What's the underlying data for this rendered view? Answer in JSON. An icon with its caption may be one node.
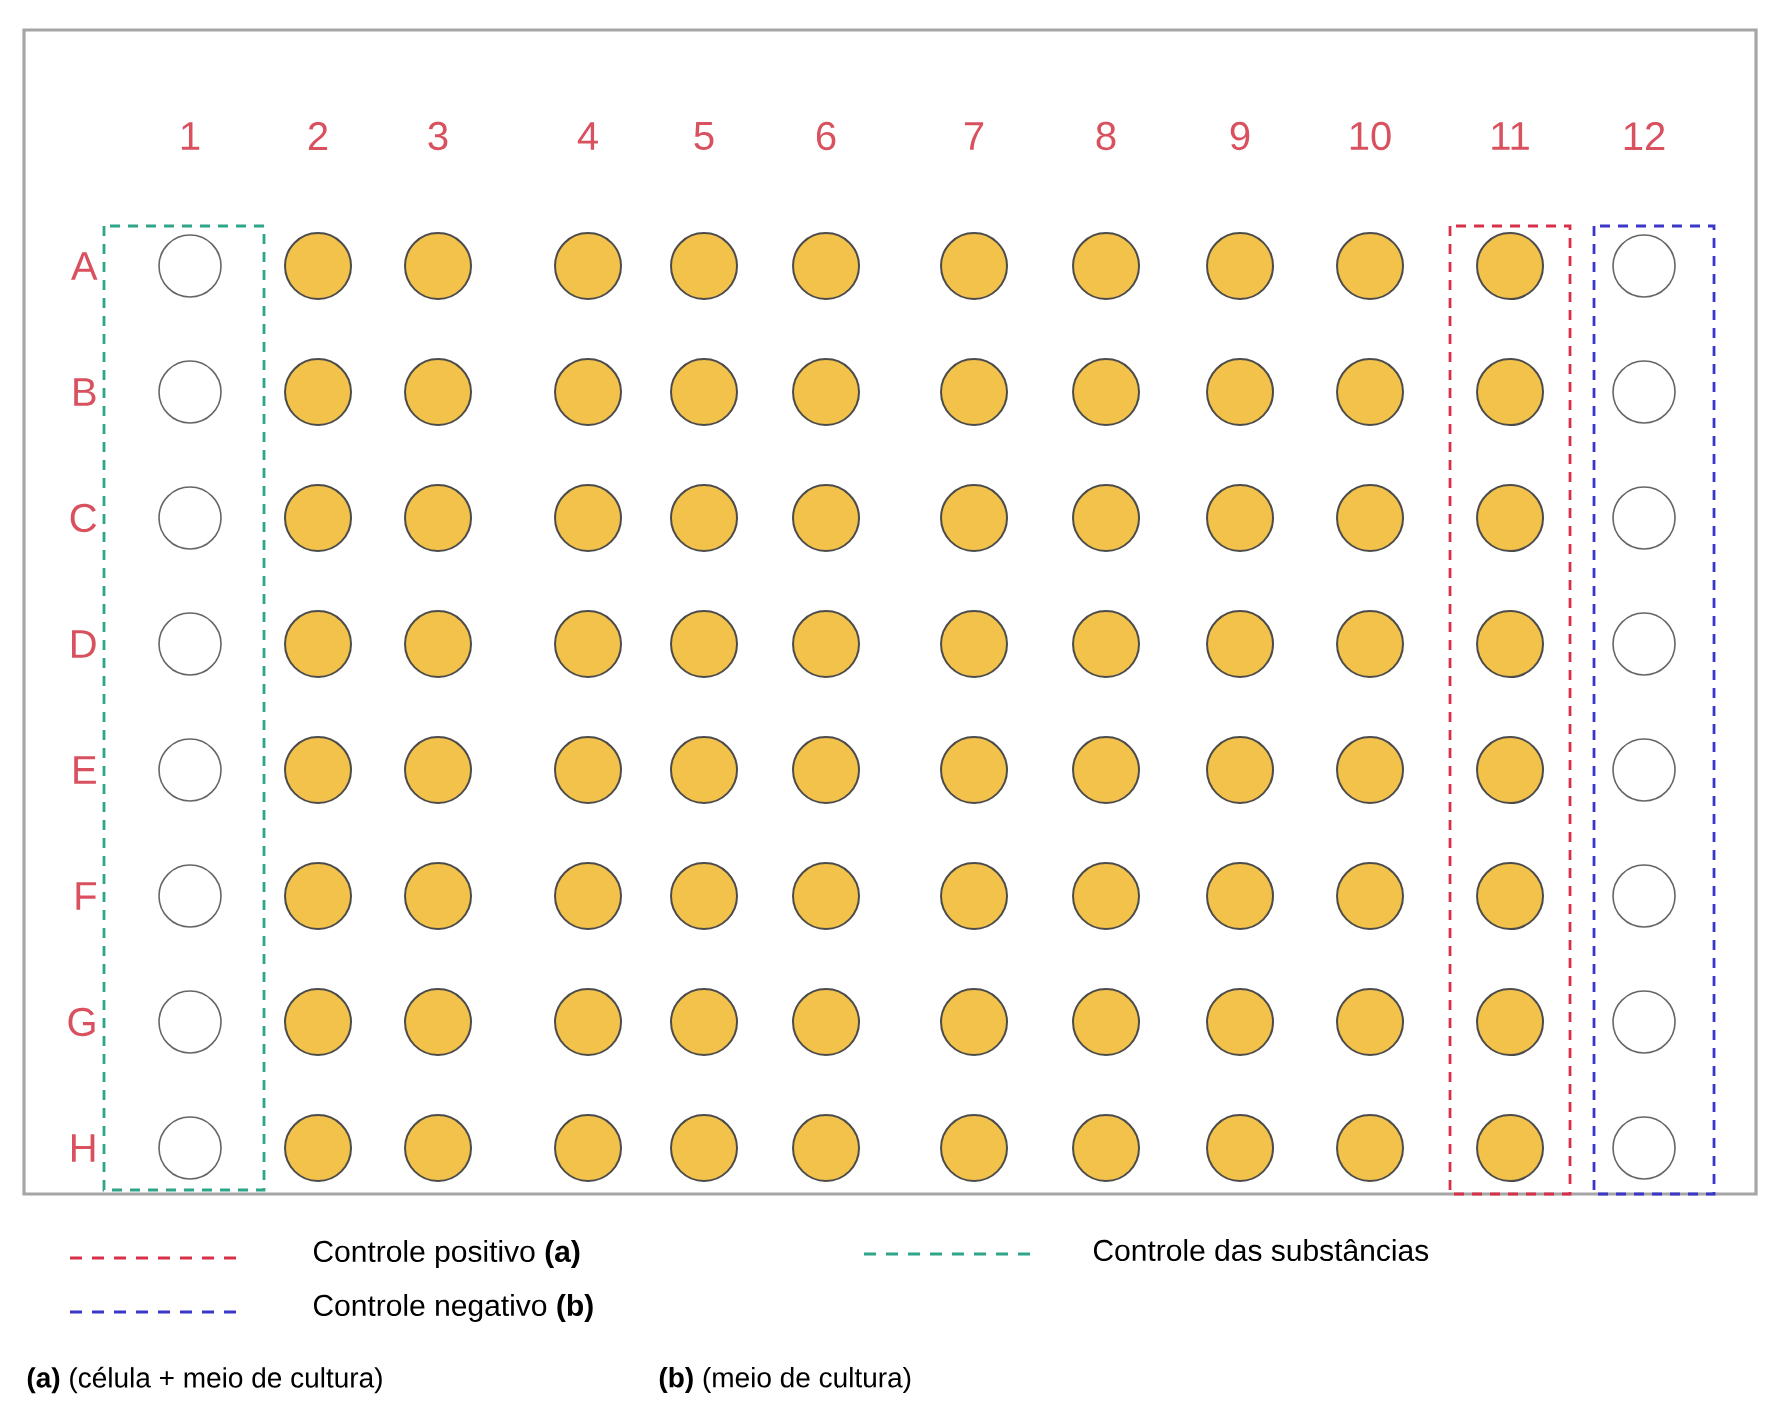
{
  "diagram": {
    "labels": [
      "1",
      "2",
      "3",
      "4",
      "5",
      "6",
      "7",
      "8",
      "9",
      "10",
      "11",
      "12",
      "A",
      "B",
      "C",
      "D",
      "E",
      "F",
      "G",
      "H",
      "**(a)** (célula + meio de cultura)",
      "**(b)** (meio de cultura)"
    ],
    "legend": [
      {
        "text": "Controle positivo **(a)**"
      },
      {
        "text": "Controle das substâncias"
      },
      {
        "text": "Controle negativo **(b)**"
      }
    ]
  }
}
